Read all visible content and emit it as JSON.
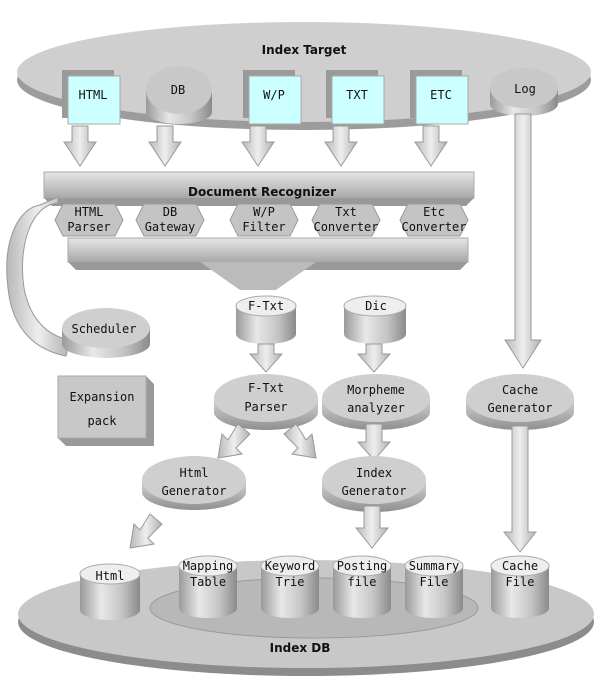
{
  "index_target": {
    "title": "Index Target",
    "sources": [
      "HTML",
      "DB",
      "W/P",
      "TXT",
      "ETC",
      "Log"
    ]
  },
  "recognizer": {
    "title": "Document Recognizer",
    "modules": [
      {
        "line1": "HTML",
        "line2": "Parser"
      },
      {
        "line1": "DB",
        "line2": "Gateway"
      },
      {
        "line1": "W/P",
        "line2": "Filter"
      },
      {
        "line1": "Txt",
        "line2": "Converter"
      },
      {
        "line1": "Etc",
        "line2": "Converter"
      }
    ]
  },
  "scheduler": "Scheduler",
  "expansion": {
    "line1": "Expansion",
    "line2": "pack"
  },
  "ftxt": "F-Txt",
  "dic": "Dic",
  "ftxt_parser": {
    "line1": "F-Txt",
    "line2": "Parser"
  },
  "morpheme": {
    "line1": "Morpheme",
    "line2": "analyzer"
  },
  "cache_gen": {
    "line1": "Cache",
    "line2": "Generator"
  },
  "html_gen": {
    "line1": "Html",
    "line2": "Generator"
  },
  "index_gen": {
    "line1": "Index",
    "line2": "Generator"
  },
  "html_store": "Html",
  "stores": [
    {
      "line1": "Mapping",
      "line2": "Table"
    },
    {
      "line1": "Keyword",
      "line2": "Trie"
    },
    {
      "line1": "Posting",
      "line2": "file"
    },
    {
      "line1": "Summary",
      "line2": "File"
    },
    {
      "line1": "Cache",
      "line2": "File"
    }
  ],
  "index_db": "Index DB"
}
